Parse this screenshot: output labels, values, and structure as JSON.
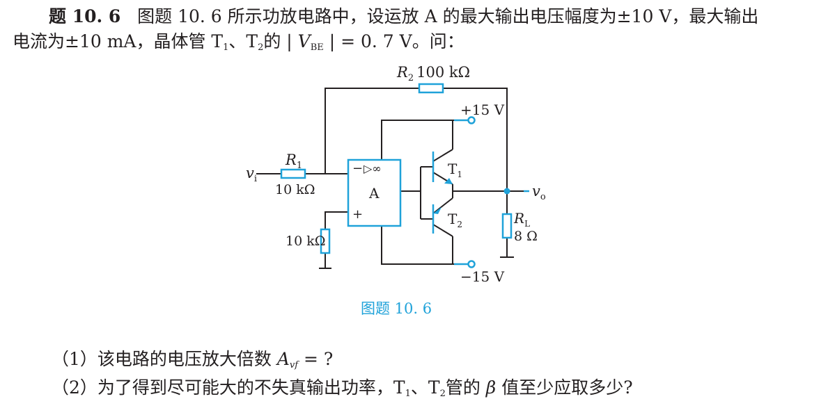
{
  "problem": {
    "number": "题 10. 6",
    "line1_text": "图题 10. 6 所示功放电路中，设运放 A 的最大输出电压幅度为±10 V，最大输出",
    "line2_pre": "电流为±10 mA，晶体管 T",
    "t1_sub": "1",
    "line2_mid": "、T",
    "t2_sub": "2",
    "line2_post1": "的 | ",
    "vbe_var": "V",
    "vbe_sub": "BE",
    "line2_post2": " | = 0. 7 V。问："
  },
  "figure": {
    "caption": "图题 10. 6",
    "r2_label": "R",
    "r2_sub": "2",
    "r2_value": "100 kΩ",
    "vplus": "+15 V",
    "vminus": "−15 V",
    "vi_label": "v",
    "vi_sub": "i",
    "r1_label": "R",
    "r1_sub": "1",
    "r1_value": "10 kΩ",
    "opamp_minus": "−",
    "opamp_plus": "+",
    "opamp_inf": "▷∞",
    "opamp_name": "A",
    "t1_label": "T",
    "t1_sub": "1",
    "t2_label": "T",
    "t2_sub": "2",
    "vo_label": "v",
    "vo_sub": "o",
    "rl_label": "R",
    "rl_sub": "L",
    "rl_value": "8 Ω",
    "r3_value": "10 kΩ"
  },
  "questions": [
    {
      "num": "（1）",
      "text": "该电路的电压放大倍数 ",
      "var": "A",
      "var_sub": "vf",
      "tail": " = ?"
    },
    {
      "num": "（2）",
      "text_pre": "为了得到尽可能大的不失真输出功率，T",
      "t1_sub": "1",
      "mid": "、T",
      "t2_sub": "2",
      "post": "管的 ",
      "beta": "β",
      "tail": " 值至少应取多少?"
    }
  ]
}
